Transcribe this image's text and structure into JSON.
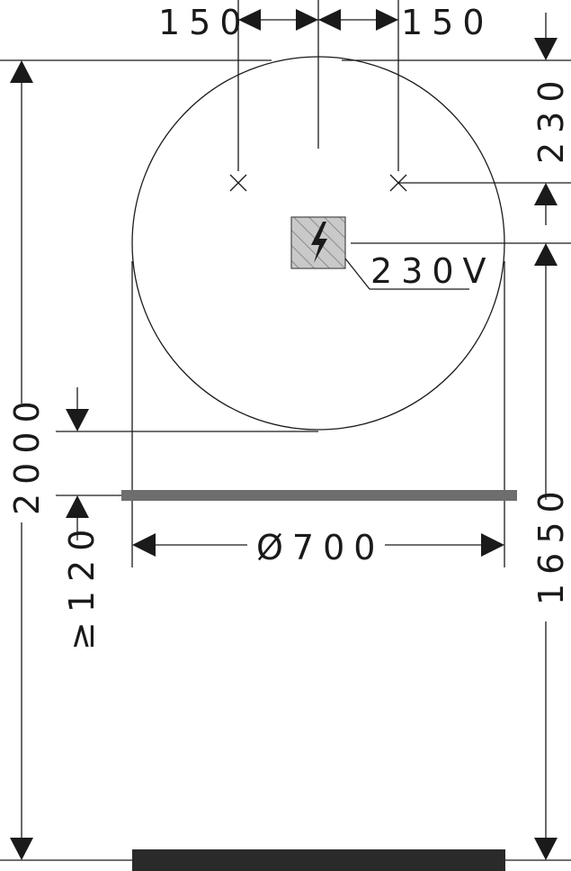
{
  "drawing": {
    "dimensions": {
      "left_offset": "150",
      "right_offset": "150",
      "top_to_outlet": "230",
      "total_height": "2000",
      "mount_height": "1650",
      "min_gap": "≥120",
      "diameter": "Ø700"
    },
    "callouts": {
      "voltage": "230V"
    },
    "icons": {
      "power_outlet": "electrical-hazard-icon"
    },
    "colors": {
      "lines": "#1a1a1a",
      "shelf": "#6e6e6e",
      "floor": "#2a2a2a",
      "outlet_fill": "#c9c9c9"
    }
  }
}
